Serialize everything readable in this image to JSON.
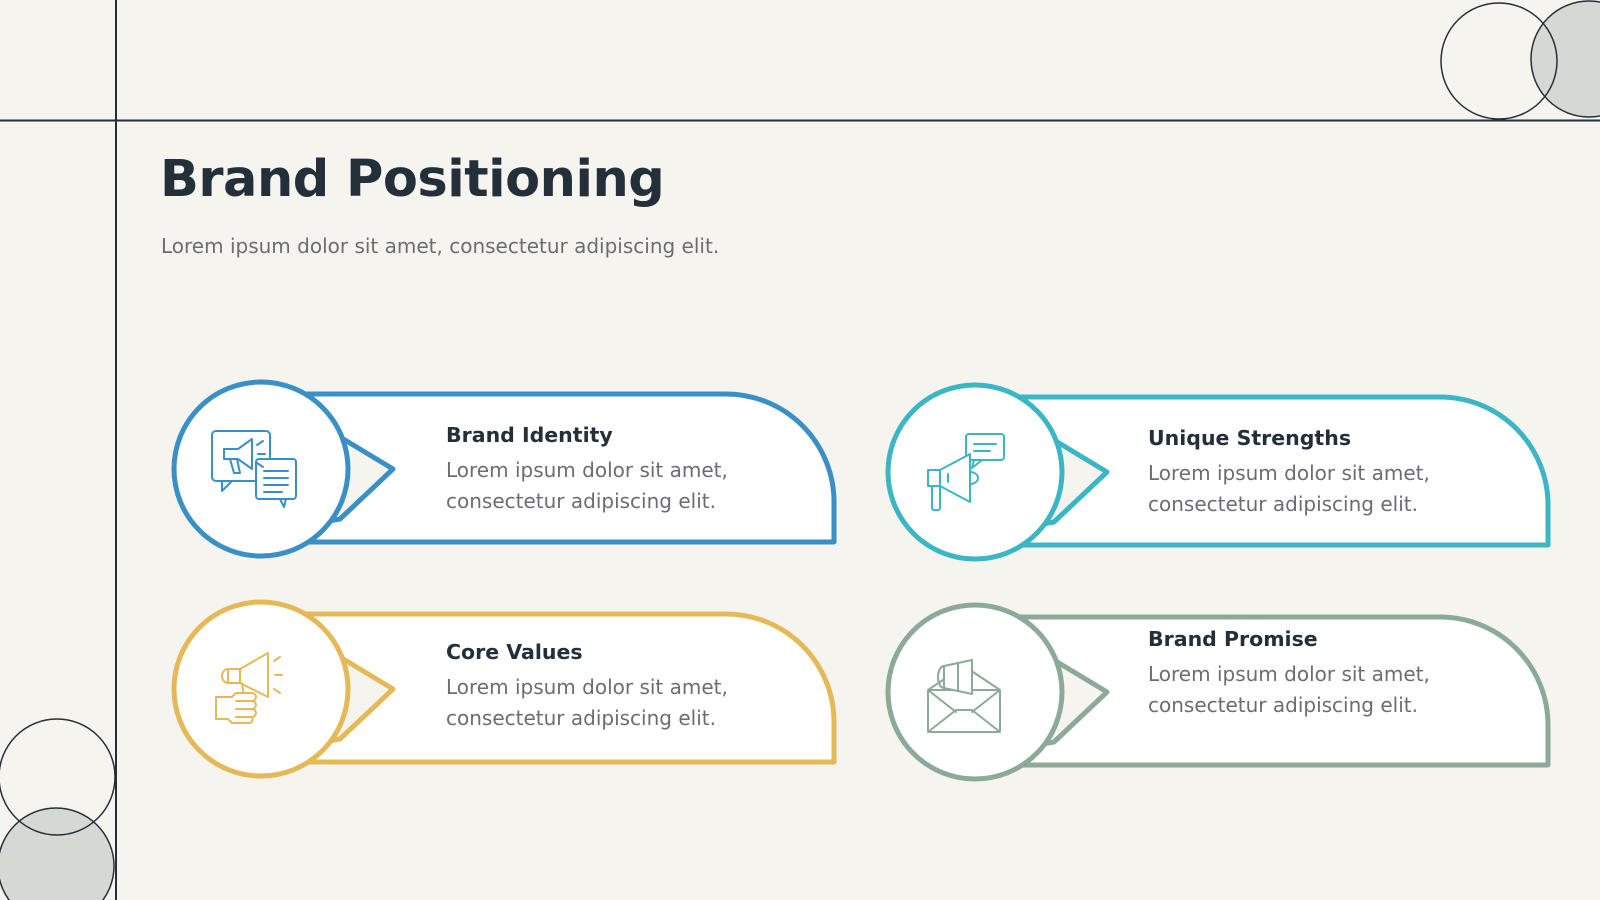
{
  "page": {
    "title": "Brand Positioning",
    "subtitle": "Lorem ipsum dolor sit amet, consectetur adipiscing elit."
  },
  "colors": {
    "background": "#f6f4ee",
    "ink": "#233039",
    "muted": "#6c6d70",
    "blue": "#3a8fc7",
    "teal": "#3bb6c4",
    "yellow": "#e5b958",
    "sage": "#8ca99a",
    "circle_fill": "#d6d8d4"
  },
  "cards": [
    {
      "heading": "Brand Identity",
      "description": "Lorem ipsum dolor sit amet, consectetur adipiscing elit.",
      "icon": "megaphone-chat-icon",
      "color": "#3a8fc7"
    },
    {
      "heading": "Unique Strengths",
      "description": "Lorem ipsum dolor sit amet, consectetur adipiscing elit.",
      "icon": "megaphone-message-icon",
      "color": "#3bb6c4"
    },
    {
      "heading": "Core Values",
      "description": "Lorem ipsum dolor sit amet, consectetur adipiscing elit.",
      "icon": "hand-megaphone-icon",
      "color": "#e5b958"
    },
    {
      "heading": "Brand Promise",
      "description": "Lorem ipsum dolor sit amet, consectetur adipiscing elit.",
      "icon": "envelope-megaphone-icon",
      "color": "#8ca99a"
    }
  ]
}
